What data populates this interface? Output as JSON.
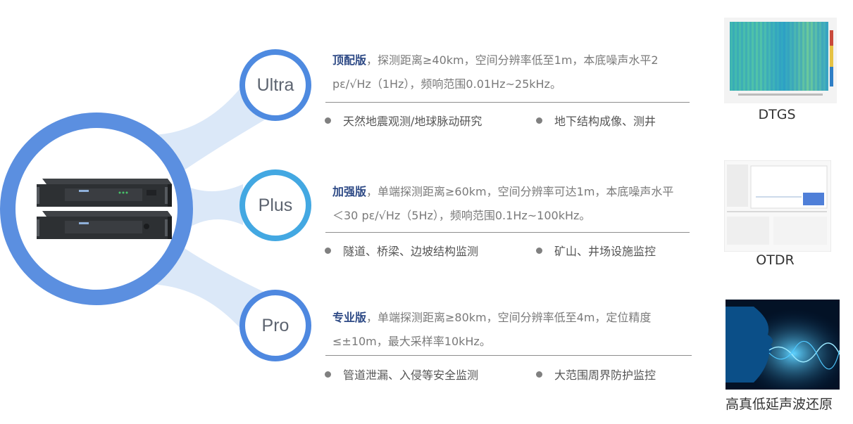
{
  "tiers": [
    {
      "badge": "Ultra",
      "name": "顶配版",
      "description": "，探测距离≥40km，空间分辨率低至1m，本底噪声水平2 pε/√Hz（1Hz），频响范围0.01Hz~25kHz。",
      "applications": [
        "天然地震观测/地球脉动研究",
        "地下结构成像、测井"
      ],
      "showcase_caption": "DTGS"
    },
    {
      "badge": "Plus",
      "name": "加强版",
      "description": "，单端探测距离≥60km，空间分辨率可达1m，本底噪声水平＜30 pε/√Hz（5Hz），频响范围0.1Hz~100kHz。",
      "applications": [
        "隧道、桥梁、边坡结构监测",
        "矿山、井场设施监控"
      ],
      "showcase_caption": "OTDR"
    },
    {
      "badge": "Pro",
      "name": "专业版",
      "description": "，单端探测距离≥80km，空间分辨率低至4m，定位精度≤±10m，最大采样率10kHz。",
      "applications": [
        "管道泄漏、入侵等安全监测",
        "大范围周界防护监控"
      ],
      "showcase_caption": "高真低延声波还原"
    }
  ],
  "colors": {
    "ring_main": "#5b8fe0",
    "ring_ultra": "#4e8ae0",
    "ring_plus": "#43a8e2",
    "ring_pro": "#4e88e0",
    "tier_name": "#2f4b86",
    "connector": "#dbe8f8"
  },
  "icons": {
    "bullet": "bullet-dot-icon"
  }
}
